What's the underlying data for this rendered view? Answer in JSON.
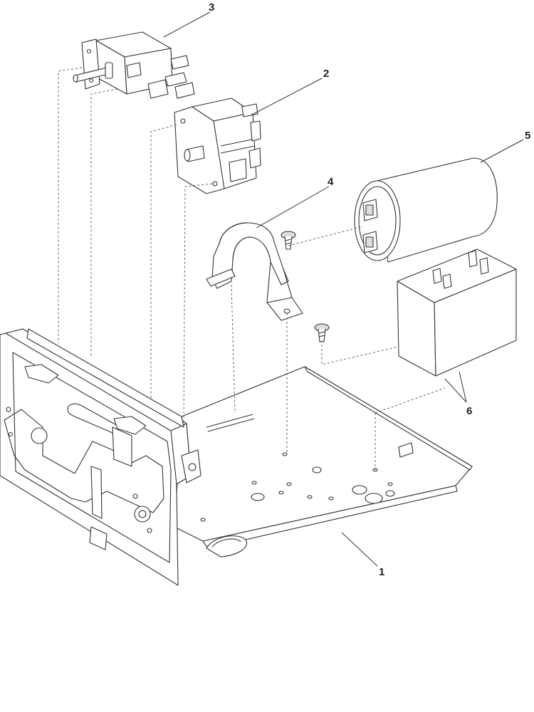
{
  "callouts": [
    {
      "id": "1",
      "label": "1"
    },
    {
      "id": "2",
      "label": "2"
    },
    {
      "id": "3",
      "label": "3"
    },
    {
      "id": "4",
      "label": "4"
    },
    {
      "id": "5",
      "label": "5"
    },
    {
      "id": "6",
      "label": "6"
    }
  ],
  "colors": {
    "line": "#333333",
    "fill": "#ffffff",
    "shade": "#dddddd"
  }
}
